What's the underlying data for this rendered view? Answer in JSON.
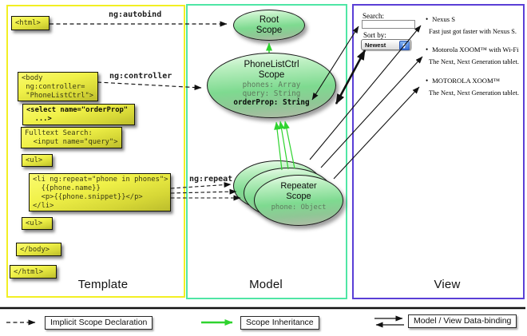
{
  "diagram": {
    "columns": {
      "template": {
        "label": "Template",
        "boxes": [
          {
            "code": "<html>"
          },
          {
            "code": "<body\n ng:controller=\n \"PhoneListCtrl\">"
          },
          {
            "code": "<select name=\"orderProp\"\n  ...>"
          },
          {
            "code": "Fulltext Search:\n  <input name=\"query\">"
          },
          {
            "code": "<ul>"
          },
          {
            "code": "<li ng:repeat=\"phone in phones\">\n  {{phone.name}}\n  <p>{{phone.snippet}}</p>\n</li>"
          },
          {
            "code": "<ul>"
          },
          {
            "code": "</body>"
          },
          {
            "code": "</html>"
          }
        ]
      },
      "model": {
        "label": "Model",
        "scopes": {
          "root": {
            "title": "Root\nScope"
          },
          "phone_list_ctrl": {
            "title": "PhoneListCtrl\nScope",
            "props": "phones: Array\nquery: String",
            "bold_prop": "orderProp: String"
          },
          "repeater": {
            "title": "Repeater\nScope",
            "props": "phone: Object"
          }
        }
      },
      "view": {
        "label": "View",
        "search_label": "Search:",
        "sort_label": "Sort by:",
        "sort_value": "Newest",
        "phones": [
          {
            "name": "Nexus S",
            "snippet": "Fast just got faster with Nexus S."
          },
          {
            "name": "Motorola XOOM™ with Wi-Fi",
            "snippet": "The Next, Next Generation tablet."
          },
          {
            "name": "MOTOROLA XOOM™",
            "snippet": "The Next, Next Generation tablet."
          }
        ]
      }
    },
    "edge_labels": {
      "autobind": "ng:autobind",
      "controller": "ng:controller",
      "repeat": "ng:repeat"
    },
    "legend": {
      "implicit": "Implicit Scope Declaration",
      "inheritance": "Scope Inheritance",
      "binding": "Model / View Data-binding"
    },
    "colors": {
      "template_border": "#f2ef23",
      "model_border": "#4fe6a5",
      "view_border": "#5a3fd6",
      "scope_fill": "#7eda90",
      "box_fill": "#f0f148",
      "inheritance_green": "#2fd32f",
      "arrow_black": "#111111"
    }
  }
}
